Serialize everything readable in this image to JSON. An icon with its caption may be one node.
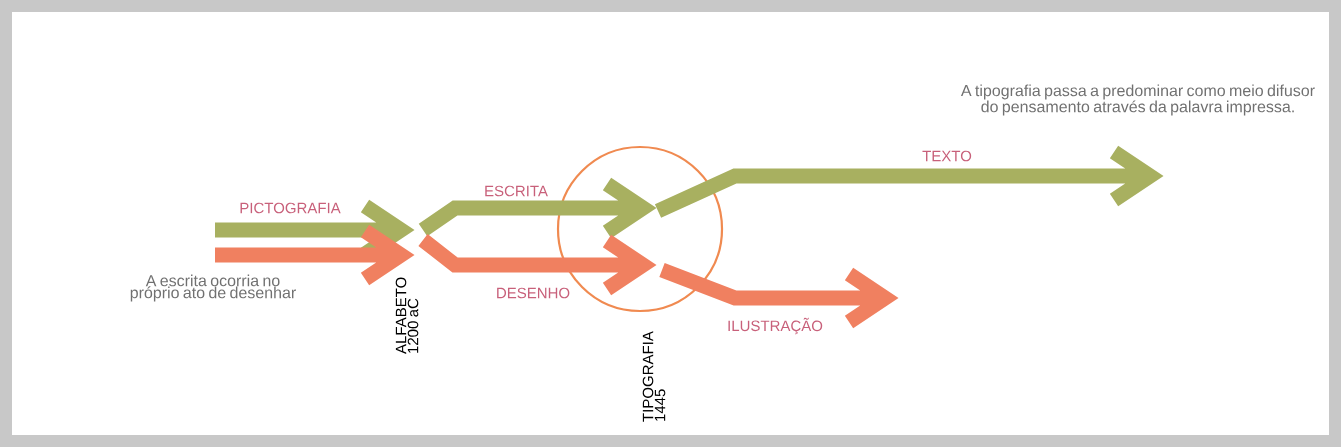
{
  "diagram": {
    "nodes": [
      {
        "text": [
          "ALFABETO 1200 aC"
        ]
      },
      {
        "text": [],
        "shape": "circle"
      }
    ],
    "edges": [
      {
        "from": null,
        "to": 0,
        "arrow": "to",
        "label": "PICTOGRAFIA",
        "color": "#a8b060"
      },
      {
        "from": null,
        "to": 0,
        "arrow": "to",
        "color": "#f08060"
      },
      {
        "from": 0,
        "to": 1,
        "arrow": "to",
        "label": "ESCRITA",
        "color": "#a8b060"
      },
      {
        "from": 0,
        "to": 1,
        "arrow": "to",
        "label": "DESENHO",
        "color": "#f08060"
      },
      {
        "from": 1,
        "to": null,
        "arrow": "to",
        "label": "TEXTO",
        "color": "#a8b060"
      },
      {
        "from": 1,
        "to": null,
        "arrow": "to",
        "label": "ILUSTRAÇÃO",
        "color": "#f08060"
      }
    ],
    "labels": [
      "A tipografia passa a predominar como meio difusor do pensamento através da palavra impressa.",
      "A escrita ocorria no próprio ato de desenhar",
      "TIPOGRAFIA 1445"
    ]
  }
}
